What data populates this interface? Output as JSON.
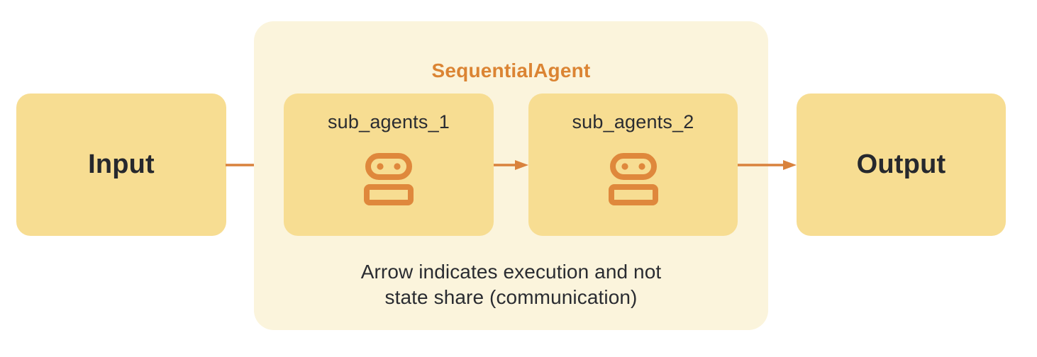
{
  "diagram": {
    "container_title": "SequentialAgent",
    "input": {
      "label": "Input"
    },
    "output": {
      "label": "Output"
    },
    "sub_agents": [
      {
        "label": "sub_agents_1",
        "icon": "robot-icon"
      },
      {
        "label": "sub_agents_2",
        "icon": "robot-icon"
      }
    ],
    "caption": {
      "line1": "Arrow indicates execution and not",
      "line2": "state share (communication)"
    },
    "arrows": [
      {
        "name": "input-to-sub-agents-1"
      },
      {
        "name": "sub-agents-1-to-sub-agents-2"
      },
      {
        "name": "sub-agents-2-to-output"
      }
    ],
    "colors": {
      "box_fill": "#F7DD92",
      "container_fill": "#FBF4DC",
      "accent_orange": "#DB8433",
      "arrow_orange": "#D9823C",
      "icon_orange": "#DF883C",
      "text_dark": "#26282D",
      "background": "#FFFFFF"
    }
  }
}
